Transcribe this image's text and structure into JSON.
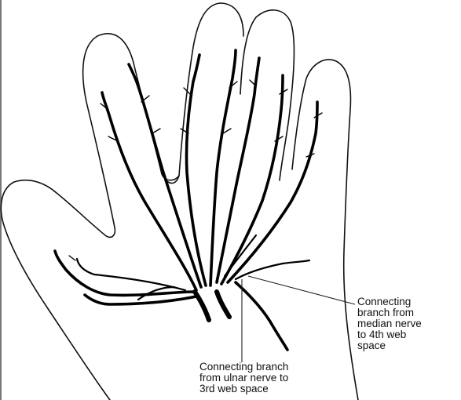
{
  "diagram": {
    "labels": {
      "median_connecting_branch": [
        "Connecting",
        "branch from",
        "median nerve",
        "to 4th web",
        "space"
      ],
      "ulnar_connecting_branch": [
        "Connecting branch",
        "from ulnar nerve to",
        "3rd web space"
      ]
    }
  }
}
